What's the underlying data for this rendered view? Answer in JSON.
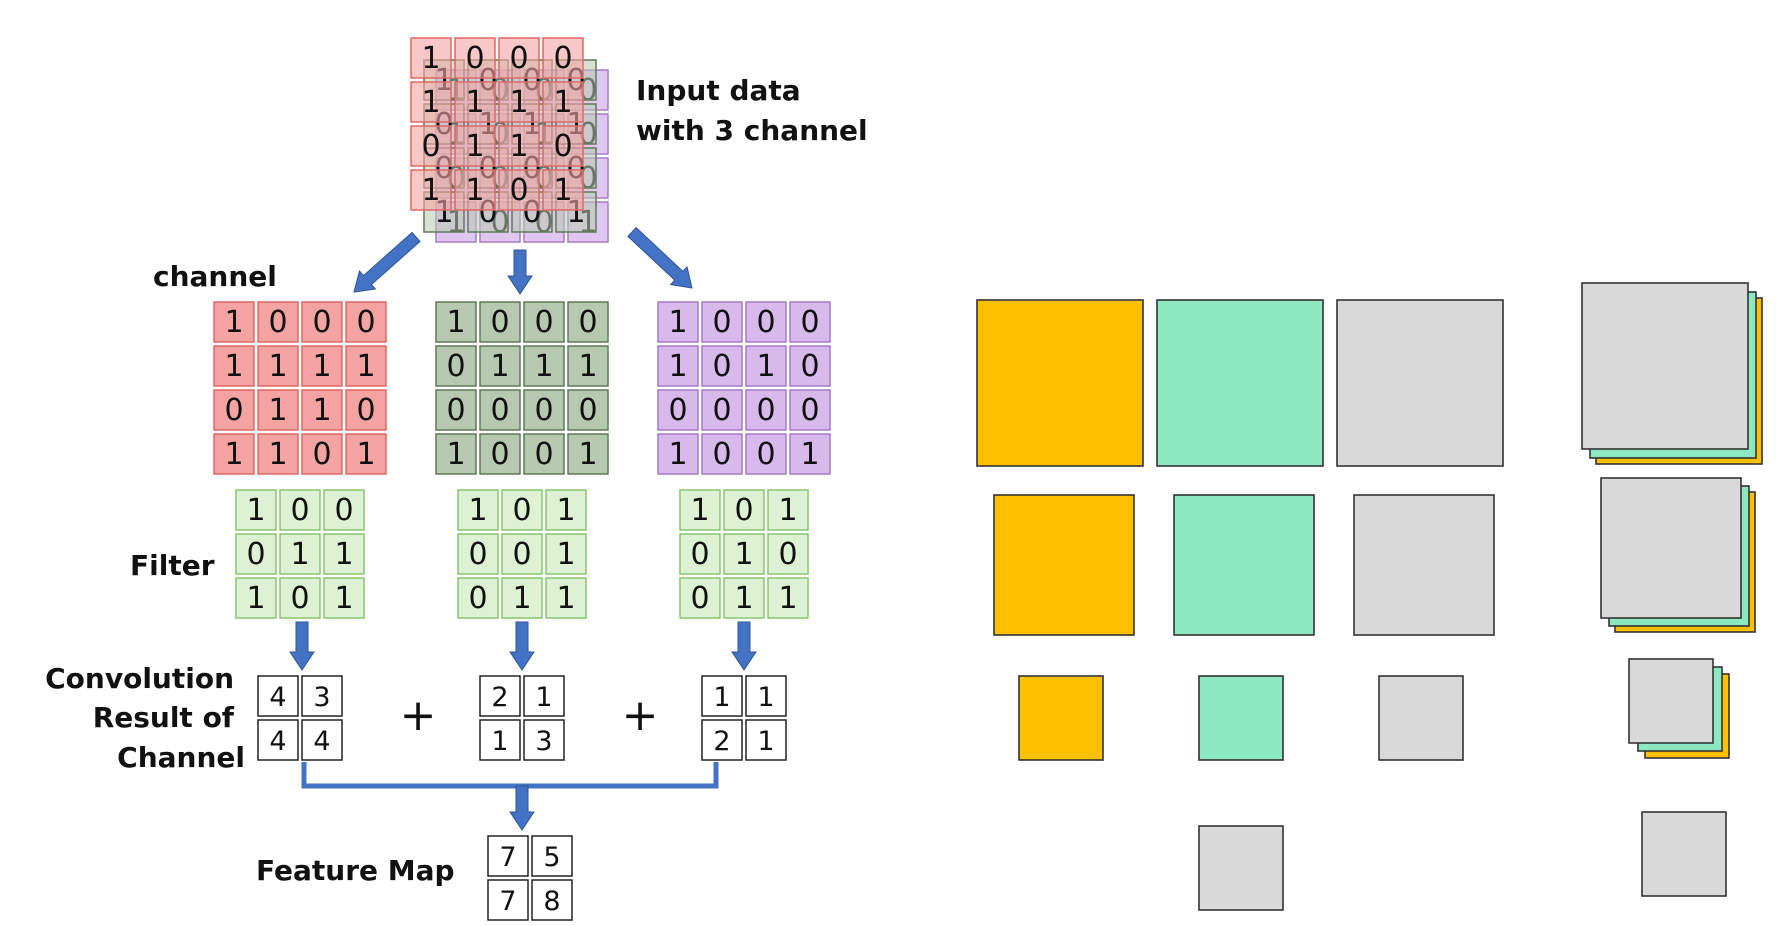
{
  "labels": {
    "input_line1": "Input data",
    "input_line2": "with 3 channel",
    "channel": "channel",
    "filter": "Filter",
    "conv_line1": "Convolution",
    "conv_line2": "Result of",
    "conv_line3": "Channel",
    "feature_map": "Feature Map",
    "plus": "+"
  },
  "colors": {
    "red_fill": "#F4A3A3",
    "red_stroke": "#E06666",
    "olive_fill": "#B7C8B0",
    "olive_stroke": "#5E7A55",
    "purple_fill": "#D7B9EC",
    "purple_stroke": "#A77BC9",
    "filter_fill": "#DDF2D3",
    "filter_stroke": "#88C46E",
    "arrow": "#4472C4",
    "orange": "#FFC000",
    "teal": "#8CE8C0",
    "gray": "#D9D9D9"
  },
  "channels": [
    [
      [
        1,
        0,
        0,
        0
      ],
      [
        1,
        1,
        1,
        1
      ],
      [
        0,
        1,
        1,
        0
      ],
      [
        1,
        1,
        0,
        1
      ]
    ],
    [
      [
        1,
        0,
        0,
        0
      ],
      [
        0,
        1,
        1,
        1
      ],
      [
        0,
        0,
        0,
        0
      ],
      [
        1,
        0,
        0,
        1
      ]
    ],
    [
      [
        1,
        0,
        0,
        0
      ],
      [
        1,
        0,
        1,
        0
      ],
      [
        0,
        0,
        0,
        0
      ],
      [
        1,
        0,
        0,
        1
      ]
    ]
  ],
  "filters": [
    [
      [
        1,
        0,
        0
      ],
      [
        0,
        1,
        1
      ],
      [
        1,
        0,
        1
      ]
    ],
    [
      [
        1,
        0,
        1
      ],
      [
        0,
        0,
        1
      ],
      [
        0,
        1,
        1
      ]
    ],
    [
      [
        1,
        0,
        1
      ],
      [
        0,
        1,
        0
      ],
      [
        0,
        1,
        1
      ]
    ]
  ],
  "results": [
    [
      [
        4,
        3
      ],
      [
        4,
        4
      ]
    ],
    [
      [
        2,
        1
      ],
      [
        1,
        3
      ]
    ],
    [
      [
        1,
        1
      ],
      [
        2,
        1
      ]
    ]
  ],
  "feature_map": [
    [
      7,
      5
    ],
    [
      7,
      8
    ]
  ]
}
